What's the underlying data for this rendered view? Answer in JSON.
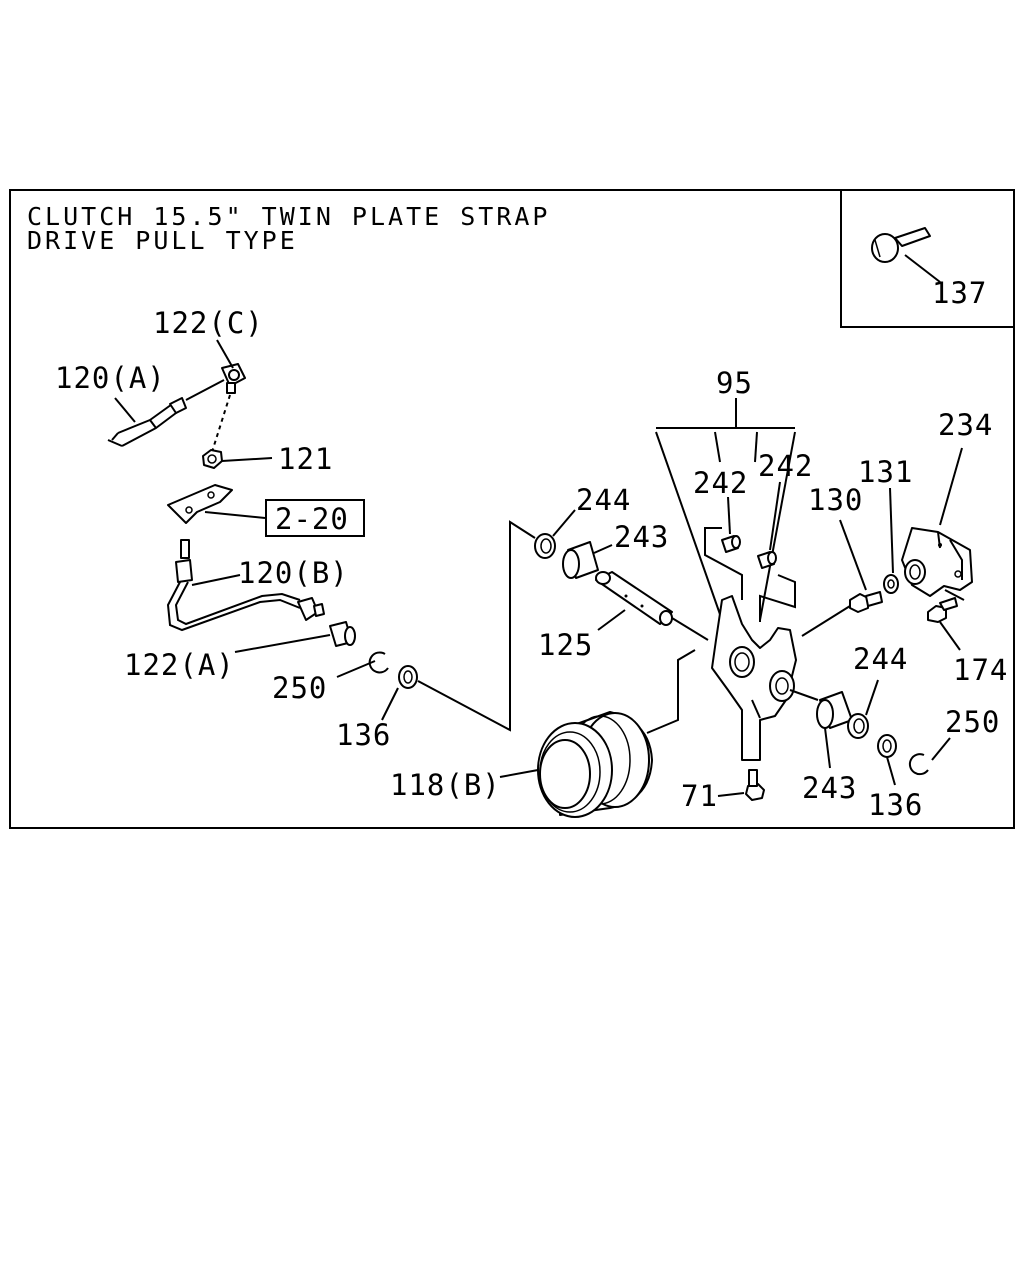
{
  "title": {
    "line1": "CLUTCH 15.5\" TWIN PLATE STRAP",
    "line2": "DRIVE PULL TYPE"
  },
  "labels": {
    "p137": "137",
    "p122c": "122(C)",
    "p120a": "120(A)",
    "p121": "121",
    "p2_20": "2-20",
    "p120b": "120(B)",
    "p122a": "122(A)",
    "p250_left": "250",
    "p136_left": "136",
    "p118b": "118(B)",
    "p244_top": "244",
    "p243_top": "243",
    "p125": "125",
    "p95": "95",
    "p242_left": "242",
    "p242_right": "242",
    "p130": "130",
    "p131": "131",
    "p234": "234",
    "p174": "174",
    "p244_right": "244",
    "p250_right": "250",
    "p243_bottom": "243",
    "p136_right": "136",
    "p71": "71"
  }
}
